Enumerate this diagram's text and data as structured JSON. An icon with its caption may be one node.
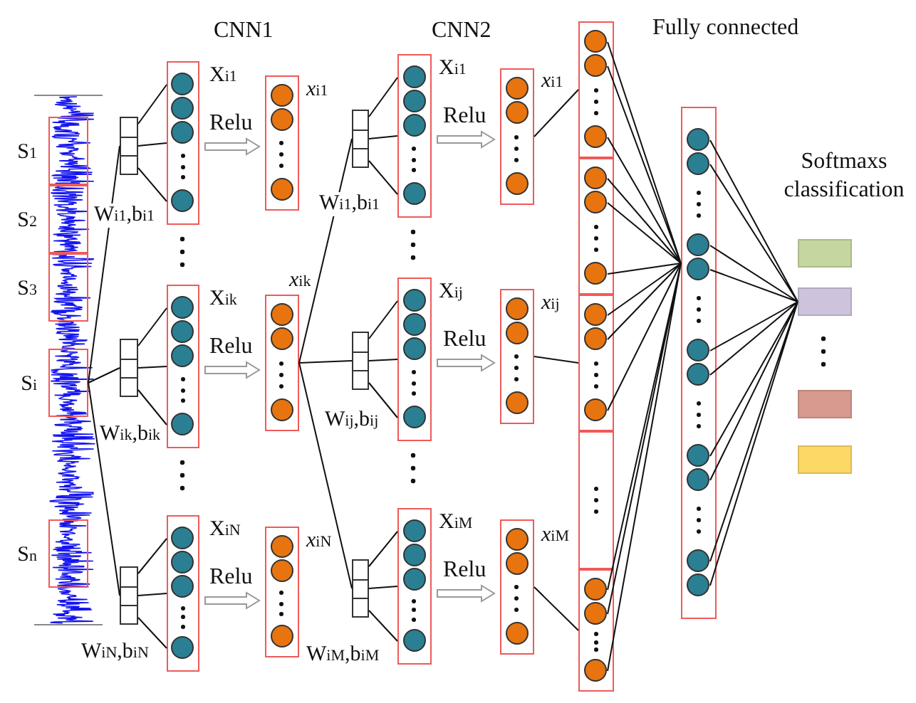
{
  "diagram": {
    "nodes": [
      {
        "text": [],
        "shape": "picture"
      },
      {
        "text": [
          "S$_{1}$"
        ],
        "in": 0
      },
      {
        "text": [
          "S$_{2}$"
        ],
        "in": 0
      },
      {
        "text": [
          "S$_{3}$"
        ],
        "in": 0
      },
      {
        "text": [
          "S$_{i}$"
        ],
        "in": 0
      },
      {
        "text": [
          "S$_{n}$"
        ],
        "in": 0
      },
      {
        "text": [],
        "shape": "box"
      },
      {
        "text": [],
        "shape": "box"
      },
      {
        "text": [],
        "shape": "box"
      },
      {
        "text": [
          "X$_{i1}$"
        ]
      },
      {
        "text": [
          "X$_{ik}$"
        ]
      },
      {
        "text": [
          "X$_{iN}$"
        ]
      },
      {
        "text": [
          "*x*$_{i1}$"
        ]
      },
      {
        "text": [
          "*x*$_{ik}$"
        ]
      },
      {
        "text": [
          "*x*$_{iN}$"
        ]
      },
      {
        "text": [],
        "shape": "box"
      },
      {
        "text": [],
        "shape": "box"
      },
      {
        "text": [],
        "shape": "box"
      },
      {
        "text": [
          "X$_{i1}$"
        ]
      },
      {
        "text": [
          "X$_{ij}$"
        ]
      },
      {
        "text": [
          "X$_{iM}$"
        ]
      },
      {
        "text": [
          "*x*$_{i1}$"
        ]
      },
      {
        "text": [
          "*x*$_{ij}$"
        ]
      },
      {
        "text": [
          "*x*$_{iM}$"
        ]
      },
      {
        "text": [],
        "shape": "box"
      },
      {
        "text": [],
        "shape": "box"
      },
      {
        "text": [],
        "shape": "box"
      },
      {
        "text": [],
        "shape": "box"
      },
      {
        "text": [],
        "shape": "box"
      },
      {
        "text": [],
        "shape": "box"
      },
      {
        "text": [],
        "shape": "box"
      },
      {
        "text": [],
        "shape": "box"
      },
      {
        "text": [],
        "shape": "box"
      },
      {
        "text": [],
        "shape": "box"
      }
    ],
    "edges": [
      {
        "from": 4,
        "to": 6,
        "arrow": "none"
      },
      {
        "from": 4,
        "to": 7,
        "arrow": "none"
      },
      {
        "from": 4,
        "to": 8,
        "arrow": "none"
      },
      {
        "from": 6,
        "to": 9,
        "arrow": "none"
      },
      {
        "from": 7,
        "to": 10,
        "arrow": "none"
      },
      {
        "from": 8,
        "to": 11,
        "arrow": "none"
      },
      {
        "from": 9,
        "to": 12,
        "arrow": "to",
        "label": "Relu"
      },
      {
        "from": 10,
        "to": 13,
        "arrow": "to",
        "label": "Relu"
      },
      {
        "from": 11,
        "to": 14,
        "arrow": "to",
        "label": "Relu"
      },
      {
        "from": 13,
        "to": 15,
        "arrow": "none"
      },
      {
        "from": 13,
        "to": 16,
        "arrow": "none"
      },
      {
        "from": 13,
        "to": 17,
        "arrow": "none"
      },
      {
        "from": 15,
        "to": 18,
        "arrow": "none"
      },
      {
        "from": 16,
        "to": 19,
        "arrow": "none"
      },
      {
        "from": 17,
        "to": 20,
        "arrow": "none"
      },
      {
        "from": 18,
        "to": 21,
        "arrow": "to",
        "label": "Relu"
      },
      {
        "from": 19,
        "to": 22,
        "arrow": "to",
        "label": "Relu"
      },
      {
        "from": 20,
        "to": 23,
        "arrow": "to",
        "label": "Relu"
      },
      {
        "from": 21,
        "to": 24,
        "arrow": "none"
      },
      {
        "from": 22,
        "to": 26,
        "arrow": "none"
      },
      {
        "from": 23,
        "to": 28,
        "arrow": "none"
      },
      {
        "from": 24,
        "to": 29,
        "arrow": "none"
      },
      {
        "from": 25,
        "to": 29,
        "arrow": "none"
      },
      {
        "from": 26,
        "to": 29,
        "arrow": "none"
      },
      {
        "from": 28,
        "to": 29,
        "arrow": "none"
      },
      {
        "from": 29,
        "to": 31,
        "arrow": "none"
      }
    ],
    "labels": [
      "CNN1",
      "CNN2",
      "Fully connected",
      "Softmaxs classification",
      "W$_{i1}$,b$_{i1}$",
      "W$_{i1}$,b$_{i1}$",
      "W$_{ik}$,b$_{ik}$",
      "W$_{ij}$,b$_{ij}$",
      "W$_{iN}$,b$_{iN}$",
      "W$_{iM}$,b$_{iM}$"
    ]
  }
}
